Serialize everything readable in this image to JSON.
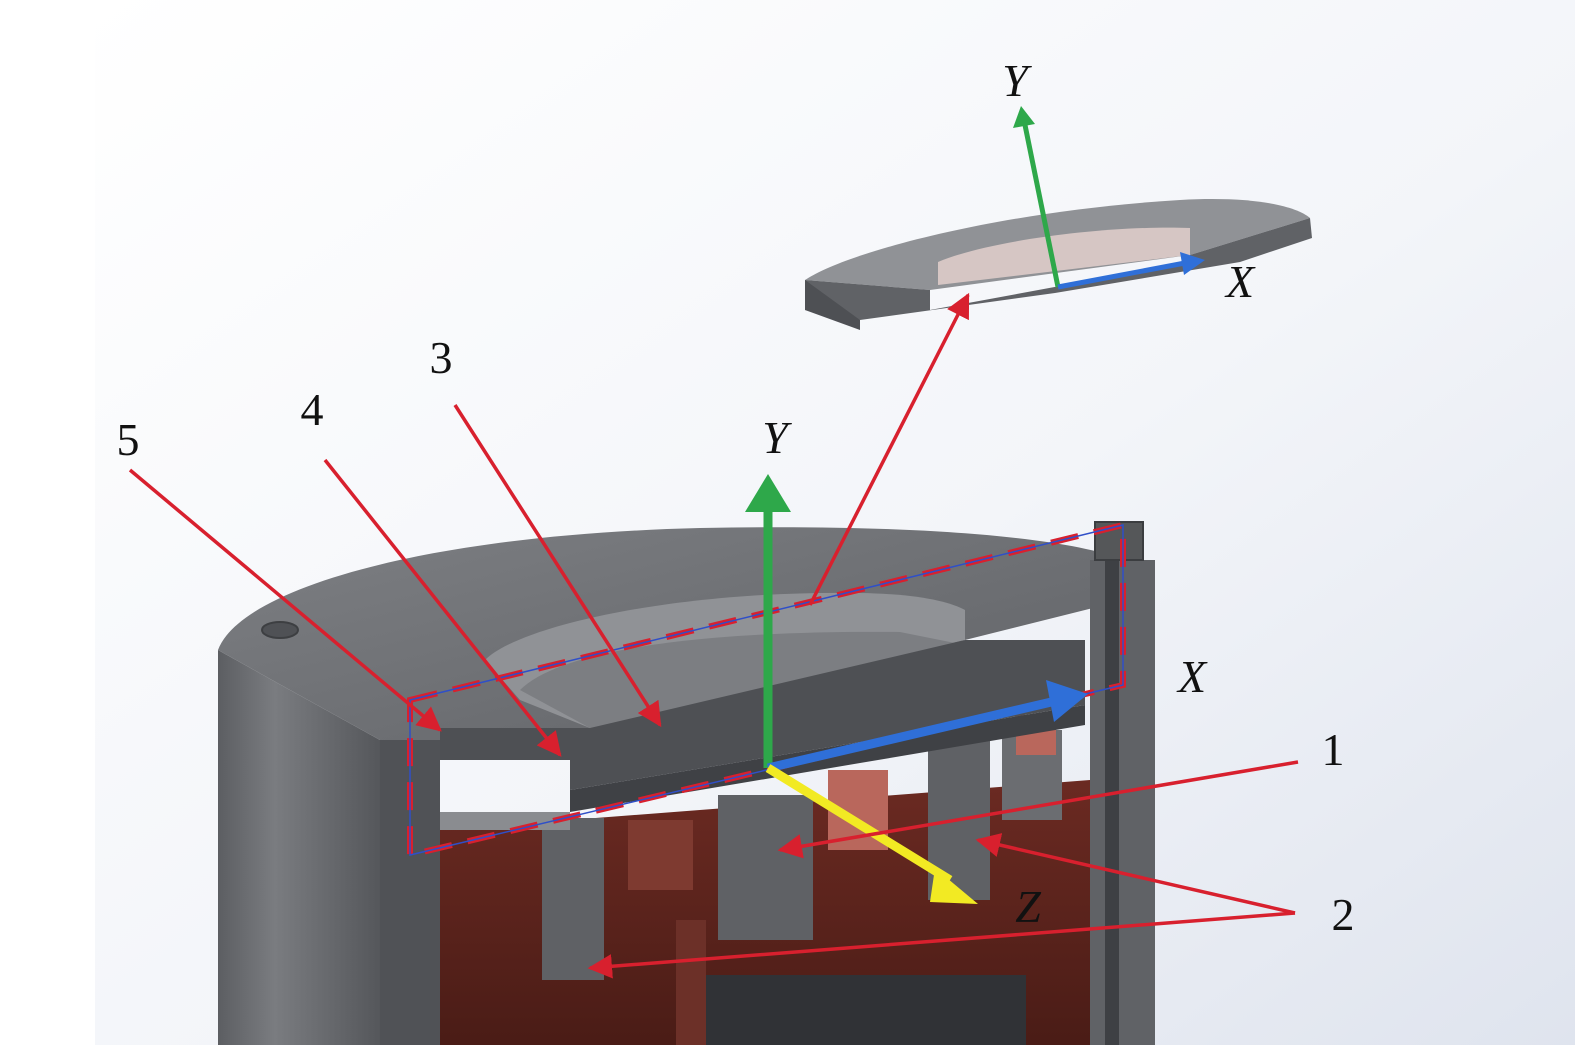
{
  "callouts": {
    "c1": "1",
    "c2": "2",
    "c3": "3",
    "c4": "4",
    "c5": "5"
  },
  "axes_main": {
    "x": "X",
    "y": "Y",
    "z": "Z"
  },
  "axes_detail": {
    "x": "X",
    "y": "Y"
  },
  "colors": {
    "arrow_red": "#d8202e",
    "axis_green": "#2ea84a",
    "axis_blue": "#2f6fd8",
    "axis_yellow": "#f2ea23",
    "metal_grey": "#6f7175",
    "metal_dark": "#4a4c50",
    "copper": "#5a241c"
  }
}
